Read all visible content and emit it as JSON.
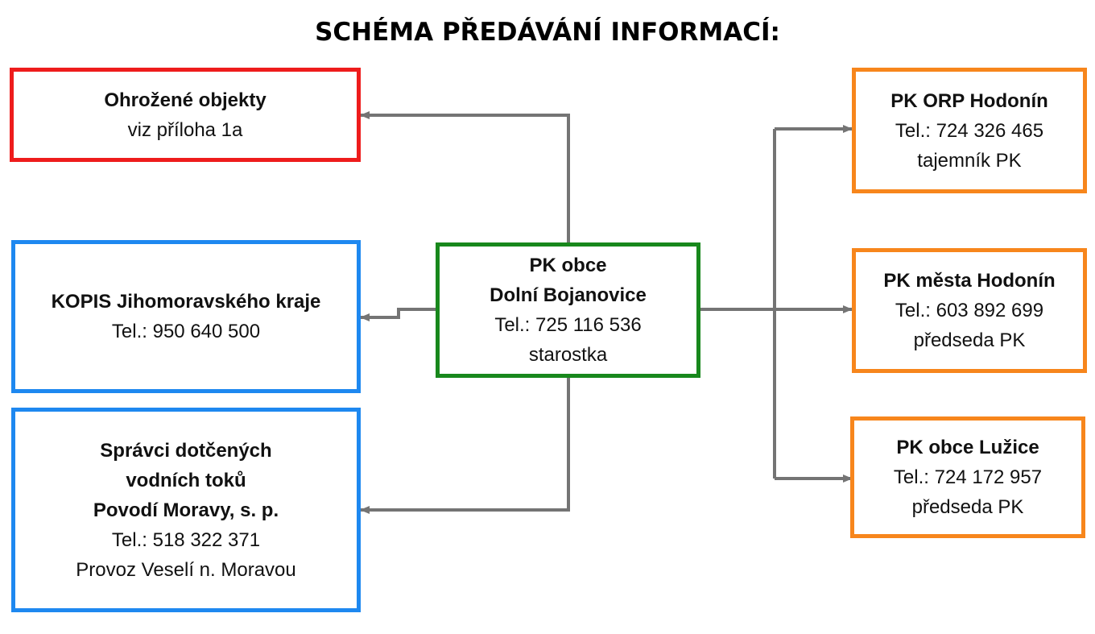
{
  "title": "SCHÉMA PŘEDÁVÁNÍ INFORMACÍ:",
  "colors": {
    "red": "#ee1c1c",
    "blue": "#1e88f0",
    "green": "#18881c",
    "orange": "#f7861c",
    "connector": "#747474"
  },
  "boxes": {
    "ohrozene": {
      "lines": [
        "Ohrožené objekty",
        "viz příloha 1a"
      ]
    },
    "kopis": {
      "lines": [
        "KOPIS Jihomoravského kraje",
        "Tel.: 950 640 500"
      ]
    },
    "spravci": {
      "lines": [
        "Správci dotčených",
        "vodních toků",
        "Povodí Moravy, s. p.",
        "Tel.: 518 322 371",
        "Provoz Veselí n. Moravou"
      ]
    },
    "center": {
      "lines": [
        "PK obce",
        "Dolní Bojanovice",
        "Tel.: 725 116 536",
        "starostka"
      ]
    },
    "orp": {
      "lines": [
        "PK ORP Hodonín",
        "Tel.: 724 326 465",
        "tajemník PK"
      ]
    },
    "mesta": {
      "lines": [
        "PK města Hodonín",
        "Tel.: 603 892 699",
        "předseda PK"
      ]
    },
    "luzice": {
      "lines": [
        "PK obce Lužice",
        "Tel.: 724 172 957",
        "předseda PK"
      ]
    }
  }
}
